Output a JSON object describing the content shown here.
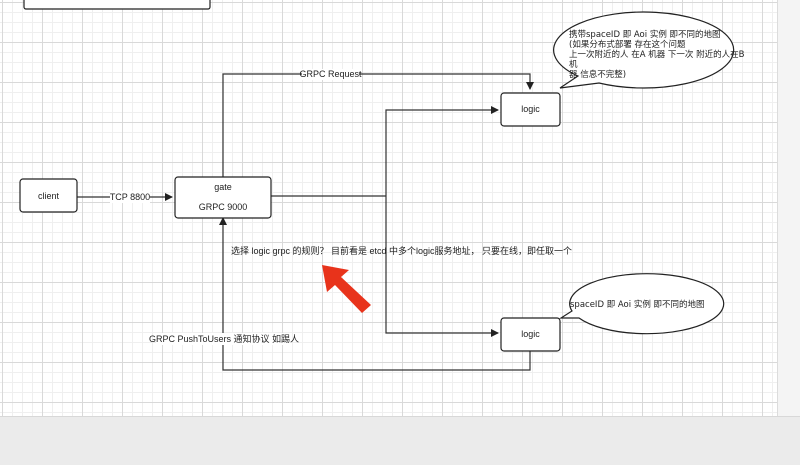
{
  "nodes": {
    "client": "client",
    "gate_title": "gate",
    "gate_port": "GRPC 9000",
    "logic_top": "logic",
    "logic_bottom": "logic"
  },
  "edges": {
    "tcp": "TCP 8800",
    "grpc_request": "GRPC Request",
    "push": "GRPC PushToUsers 通知协议 如踢人"
  },
  "annotations": {
    "routing_question": "选择 logic grpc 的规则？ 目前看是 etcd 中多个logic服务地址， 只要在线，即任取一个",
    "callout_top": [
      "携带spaceID 即 Aoi 实例 即不同的地图",
      "(如果分布式部署 存在这个问题",
      "上一次附近的人 在A 机器 下一次 附近的人在B机",
      "器 信息不完整)"
    ],
    "callout_bottom": "spaceID 即 Aoi 实例 即不同的地图"
  },
  "colors": {
    "arrow_highlight": "#e8331b"
  }
}
